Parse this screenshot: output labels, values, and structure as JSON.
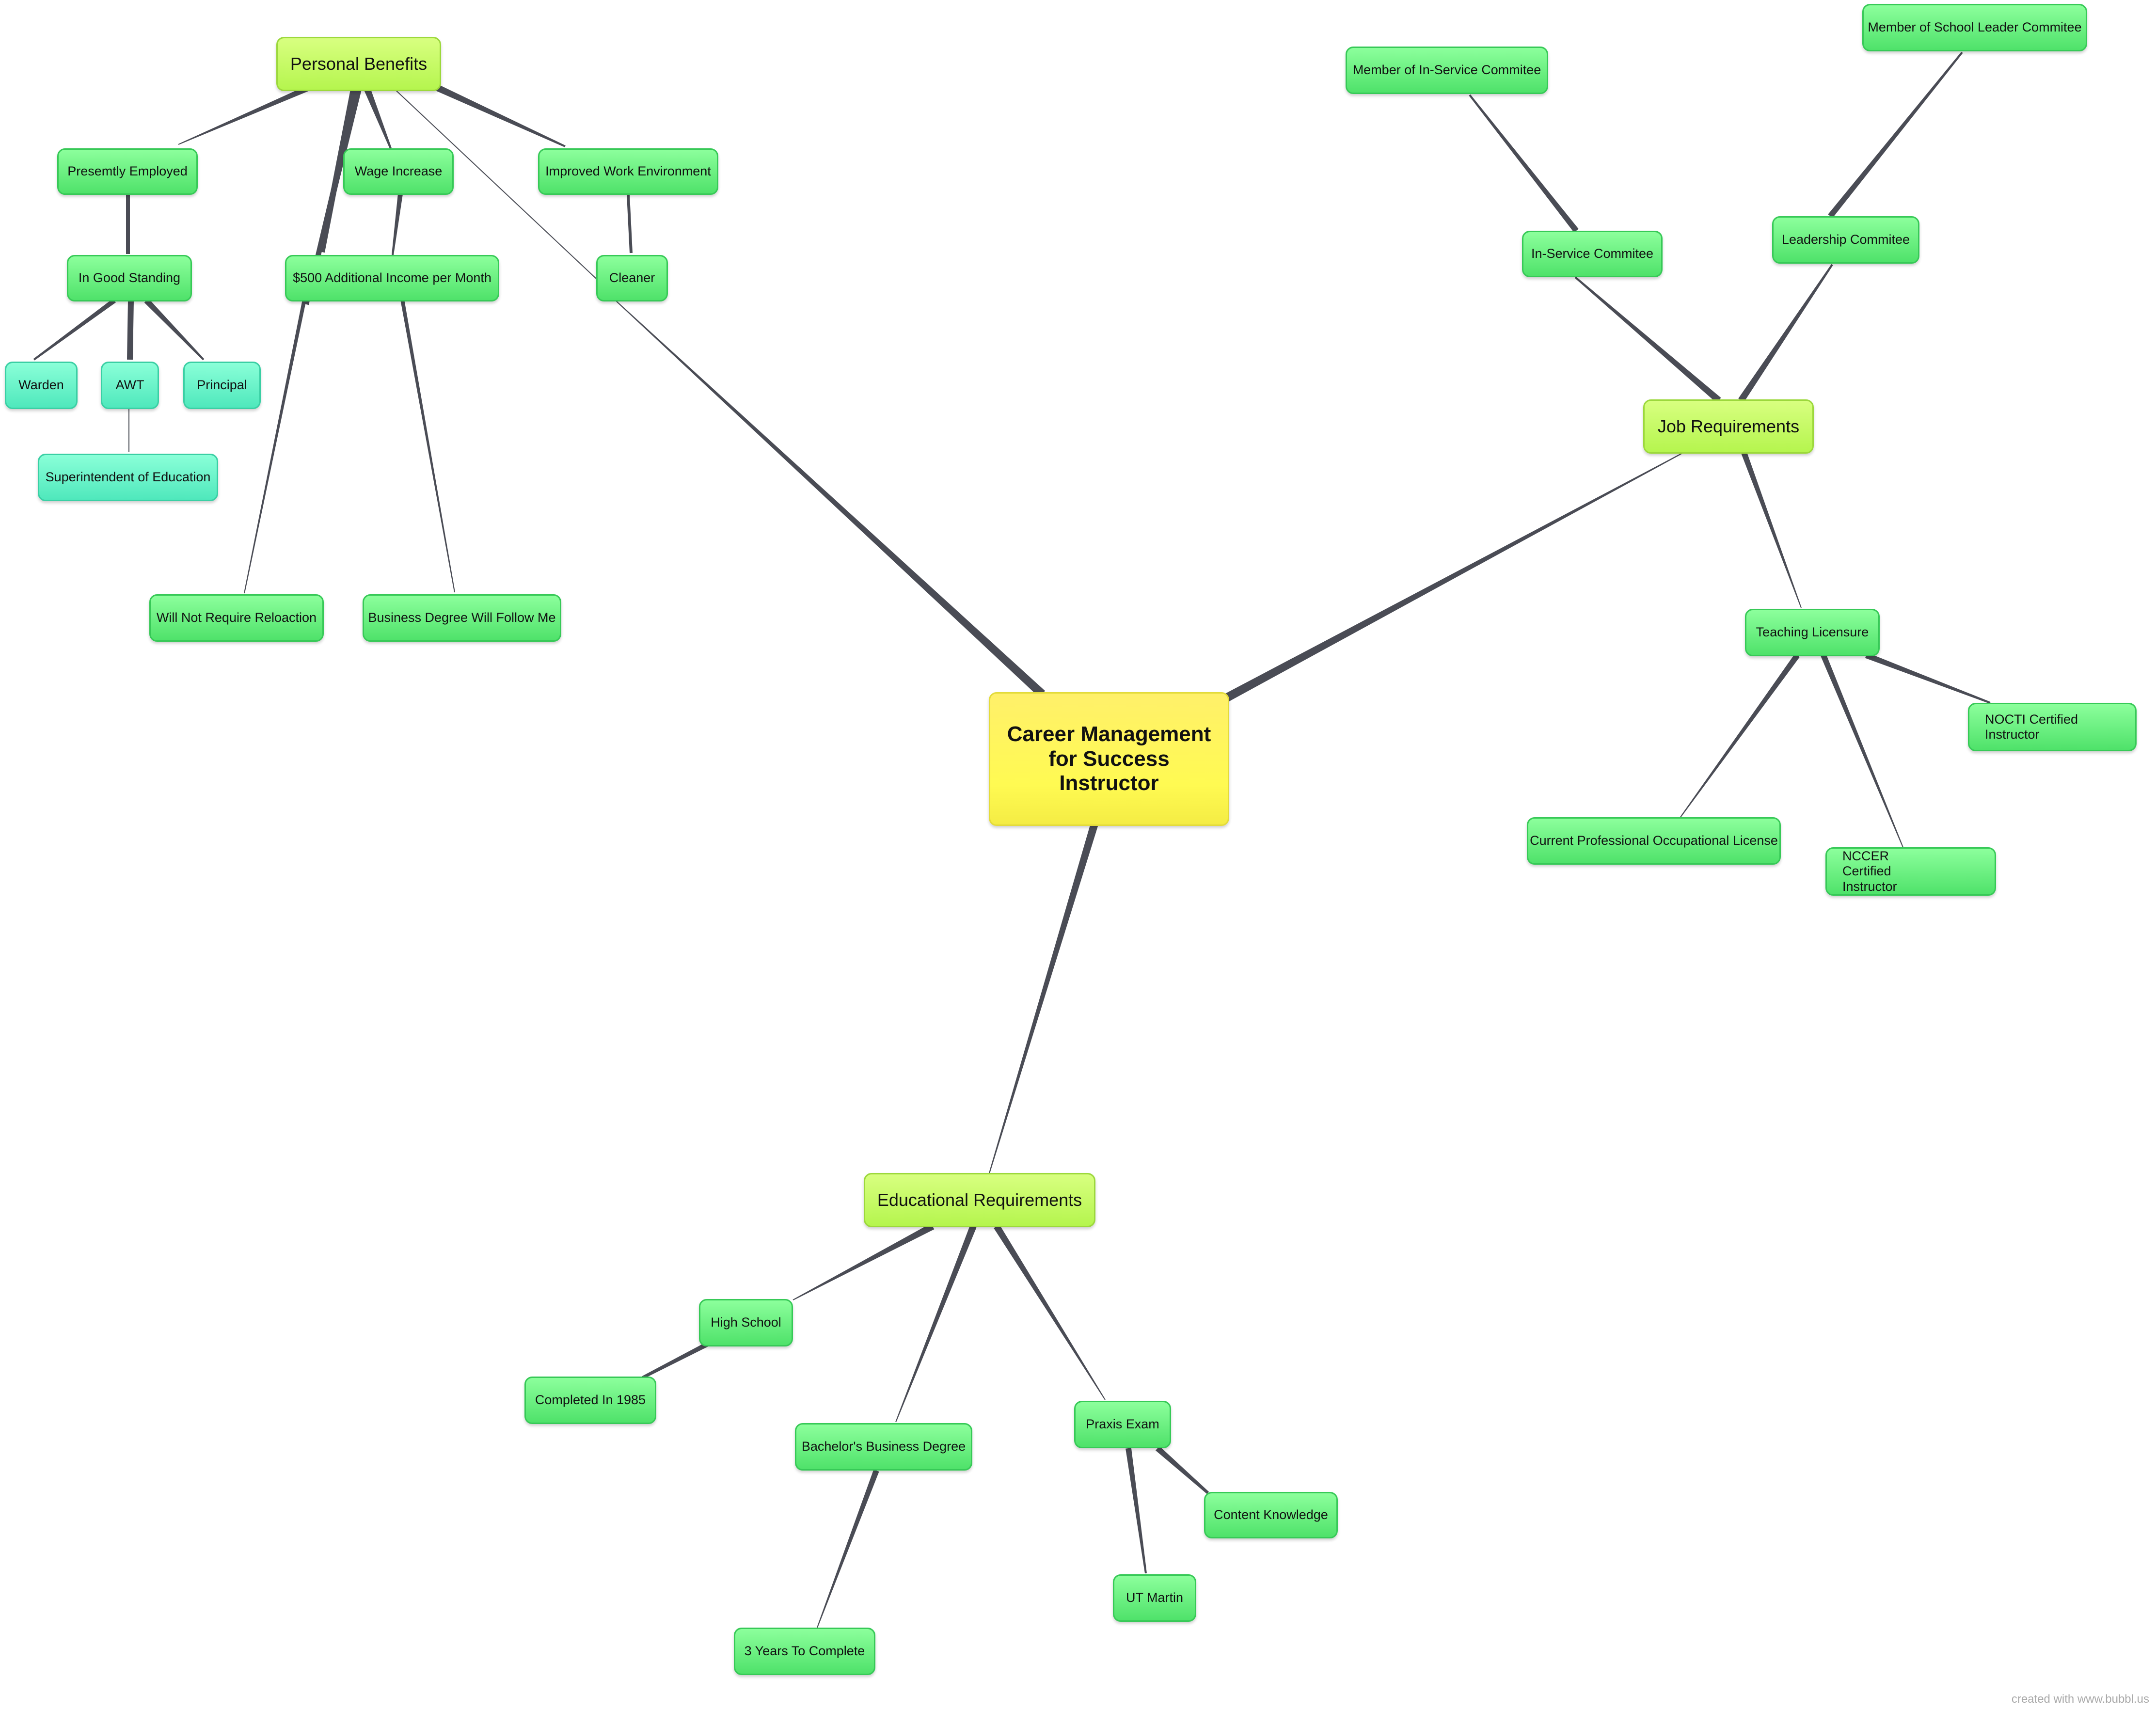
{
  "central": {
    "label": "Career Management for Success Instructor"
  },
  "personal_benefits": {
    "label": "Personal Benefits",
    "presently_employed": "Presemtly Employed",
    "in_good_standing": "In Good Standing",
    "warden": "Warden",
    "awt": "AWT",
    "principal": "Principal",
    "superintendent": "Superintendent of Education",
    "wage_increase": "Wage Increase",
    "additional_income": "$500 Additional Income per Month",
    "improved_environment": "Improved Work Environment",
    "cleaner": "Cleaner",
    "no_relocation": "Will Not Require Reloaction",
    "degree_follow": "Business Degree Will Follow Me"
  },
  "job_requirements": {
    "label": "Job Requirements",
    "member_inservice": "Member of In-Service Commitee",
    "inservice": "In-Service Commitee",
    "member_school_leader": "Member of School Leader Commitee",
    "leadership": "Leadership Commitee",
    "teaching_licensure": "Teaching Licensure",
    "nocti": "NOCTI Certified Instructor",
    "occupational_license": "Current Professional Occupational License",
    "nccer": "NCCER Certified Instructor"
  },
  "educational_requirements": {
    "label": "Educational Requirements",
    "high_school": "High School",
    "completed_1985": "Completed In 1985",
    "bachelors": "Bachelor's Business Degree",
    "three_years": "3 Years To Complete",
    "praxis": "Praxis Exam",
    "content_knowledge": "Content Knowledge",
    "ut_martin": "UT Martin"
  },
  "footer": {
    "credit": "created with www.bubbl.us"
  },
  "colors": {
    "central": "#fffa52",
    "level1": "#c8ff66",
    "level2": "#5af07a",
    "level3": "#5ef0c6",
    "connector": "#4a4c55"
  }
}
